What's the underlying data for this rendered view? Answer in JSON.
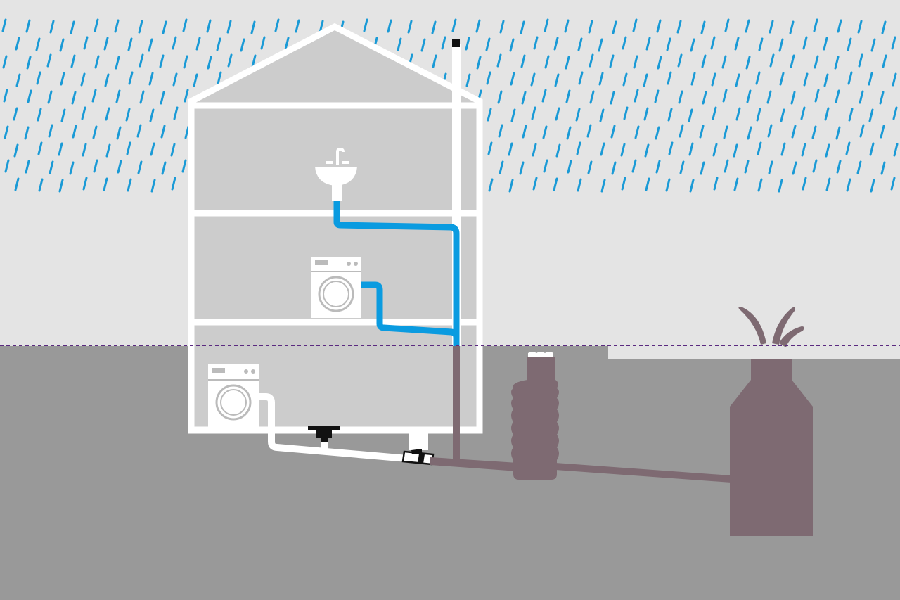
{
  "diagram": {
    "text_labels": [],
    "elements": [
      "rain",
      "house",
      "sink",
      "washing-machine-upper",
      "washing-machine-basement",
      "floor-drain",
      "backflow-valve",
      "vent-stack",
      "drain-pipes",
      "inspection-shaft",
      "sewer-manhole",
      "sewer-overflow",
      "backflow-level-line"
    ],
    "colors": {
      "sky": "#e4e4e4",
      "ground": "#999999",
      "rain": "#1a9ad6",
      "house_outline": "#ffffff",
      "house_interior": "#cccccc",
      "wastewater_pipe": "#0a9be0",
      "sewer": "#7e6a72",
      "backflow_line": "#5a2a80",
      "appliance": "#ffffff",
      "appliance_detail": "#bbbbbb",
      "valve": "#111111"
    }
  }
}
